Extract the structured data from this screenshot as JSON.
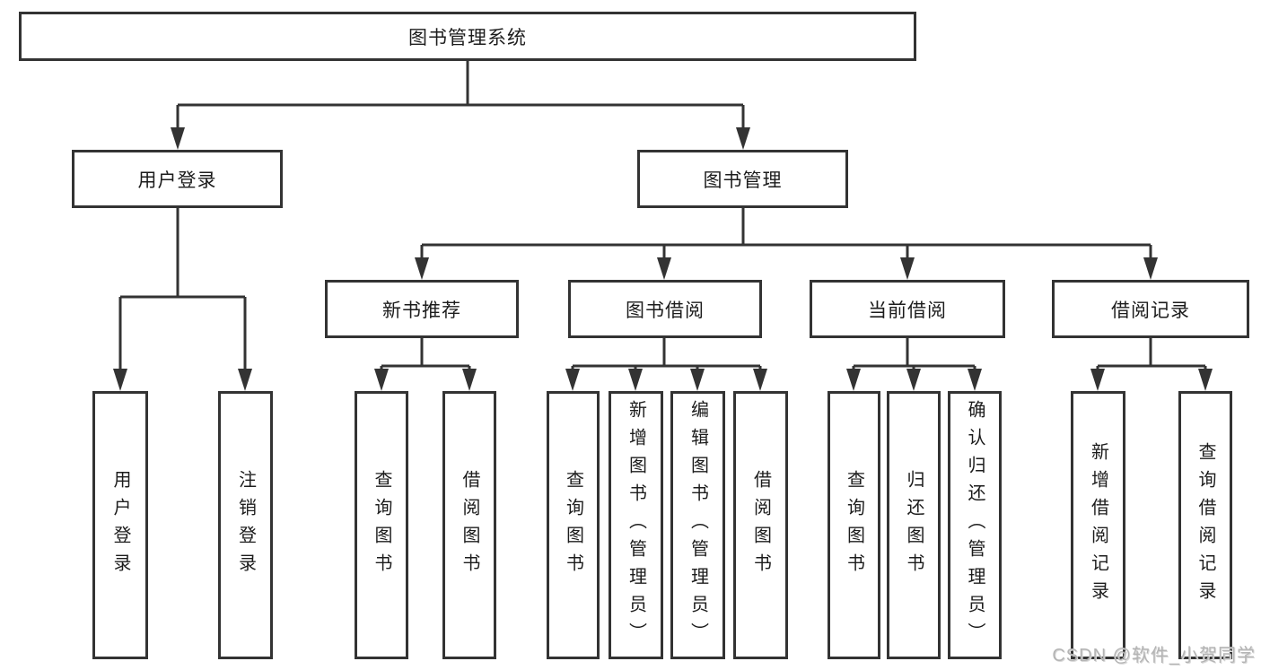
{
  "tree": {
    "root": {
      "label": "图书管理系统",
      "children": [
        {
          "label": "用户登录",
          "children": [
            {
              "label": "用户登录"
            },
            {
              "label": "注销登录"
            }
          ]
        },
        {
          "label": "图书管理",
          "children": [
            {
              "label": "新书推荐",
              "children": [
                {
                  "label": "查询图书"
                },
                {
                  "label": "借阅图书"
                }
              ]
            },
            {
              "label": "图书借阅",
              "children": [
                {
                  "label": "查询图书"
                },
                {
                  "label": "新增图书（管理员）"
                },
                {
                  "label": "编辑图书（管理员）"
                },
                {
                  "label": "借阅图书"
                }
              ]
            },
            {
              "label": "当前借阅",
              "children": [
                {
                  "label": "查询图书"
                },
                {
                  "label": "归还图书"
                },
                {
                  "label": "确认归还（管理员）"
                }
              ]
            },
            {
              "label": "借阅记录",
              "children": [
                {
                  "label": "新增借阅记录"
                },
                {
                  "label": "查询借阅记录"
                }
              ]
            }
          ]
        }
      ]
    }
  },
  "watermark": "CSDN @软件_小贺同学",
  "colors": {
    "line": "#333333",
    "box_border": "#333333",
    "text": "#1c1c1c",
    "watermark": "#b4b4b4",
    "background": "#ffffff"
  }
}
